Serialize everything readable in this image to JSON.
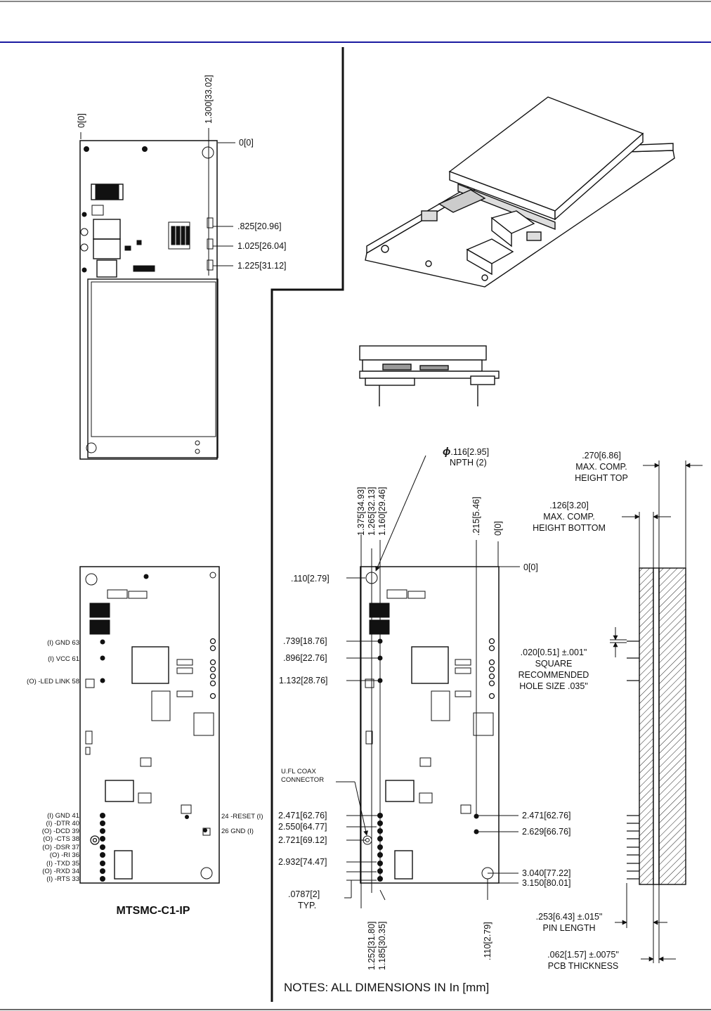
{
  "colors": {
    "header_rule": "#1a1aa0",
    "ink": "#111111"
  },
  "top_view": {
    "dim_x0": "0[0]",
    "dim_x1": "1.300[33.02]",
    "dim_y0": "0[0]",
    "dims": [
      ".825[20.96]",
      "1.025[26.04]",
      "1.225[31.12]"
    ]
  },
  "bottom_view": {
    "left_labels": [
      "(I) GND 63",
      "(I) VCC 61",
      "(O) -LED LINK 58"
    ],
    "lower_left_labels": [
      "(I) GND 41",
      "(I) -DTR 40",
      "(O) -DCD 39",
      "(O) -CTS 38",
      "(O) -DSR 37",
      "(O) -RI 36",
      "(I) -TXD 35",
      "(O) -RXD 34",
      "(I) -RTS 33"
    ],
    "right_labels": [
      "24 -RESET (I)",
      "26 GND (I)"
    ],
    "title": "MTSMC-C1-IP"
  },
  "dim_view": {
    "top_dims": [
      "1.375[34.93]",
      "1.265[32.13]",
      "1.160[29.46]",
      ".215[5.46]",
      "0[0]"
    ],
    "y0": "0[0]",
    "npth": ".116[2.95]",
    "npth_note": "NPTH (2)",
    "hole_dim": ".110[2.79]",
    "left_dims": [
      ".739[18.76]",
      ".896[22.76]",
      "1.132[28.76]"
    ],
    "ufl": [
      "U.FL COAX",
      "CONNECTOR"
    ],
    "lower_left_dims": [
      "2.471[62.76]",
      "2.550[64.77]",
      "2.721[69.12]",
      "2.932[74.47]"
    ],
    "right_dims": [
      "2.471[62.76]",
      "2.629[66.76]",
      "3.040[77.22]",
      "3.150[80.01]"
    ],
    "typ": [
      ".0787[2]",
      "TYP."
    ],
    "bottom_dims": [
      "1.252[31.80]",
      "1.185[30.35]",
      ".110[2.79]"
    ]
  },
  "side_view": {
    "top_height": [
      ".270[6.86]",
      "MAX. COMP.",
      "HEIGHT TOP"
    ],
    "bottom_height": [
      ".126[3.20]",
      "MAX. COMP.",
      "HEIGHT BOTTOM"
    ],
    "square": [
      ".020[0.51] ±.001\"",
      "SQUARE",
      "RECOMMENDED",
      "HOLE SIZE .035\""
    ],
    "pin_length": [
      ".253[6.43] ±.015\"",
      "PIN LENGTH"
    ],
    "pcb_thickness": [
      ".062[1.57] ±.0075\"",
      "PCB THICKNESS"
    ]
  },
  "notes": "NOTES: ALL DIMENSIONS IN In [mm]"
}
